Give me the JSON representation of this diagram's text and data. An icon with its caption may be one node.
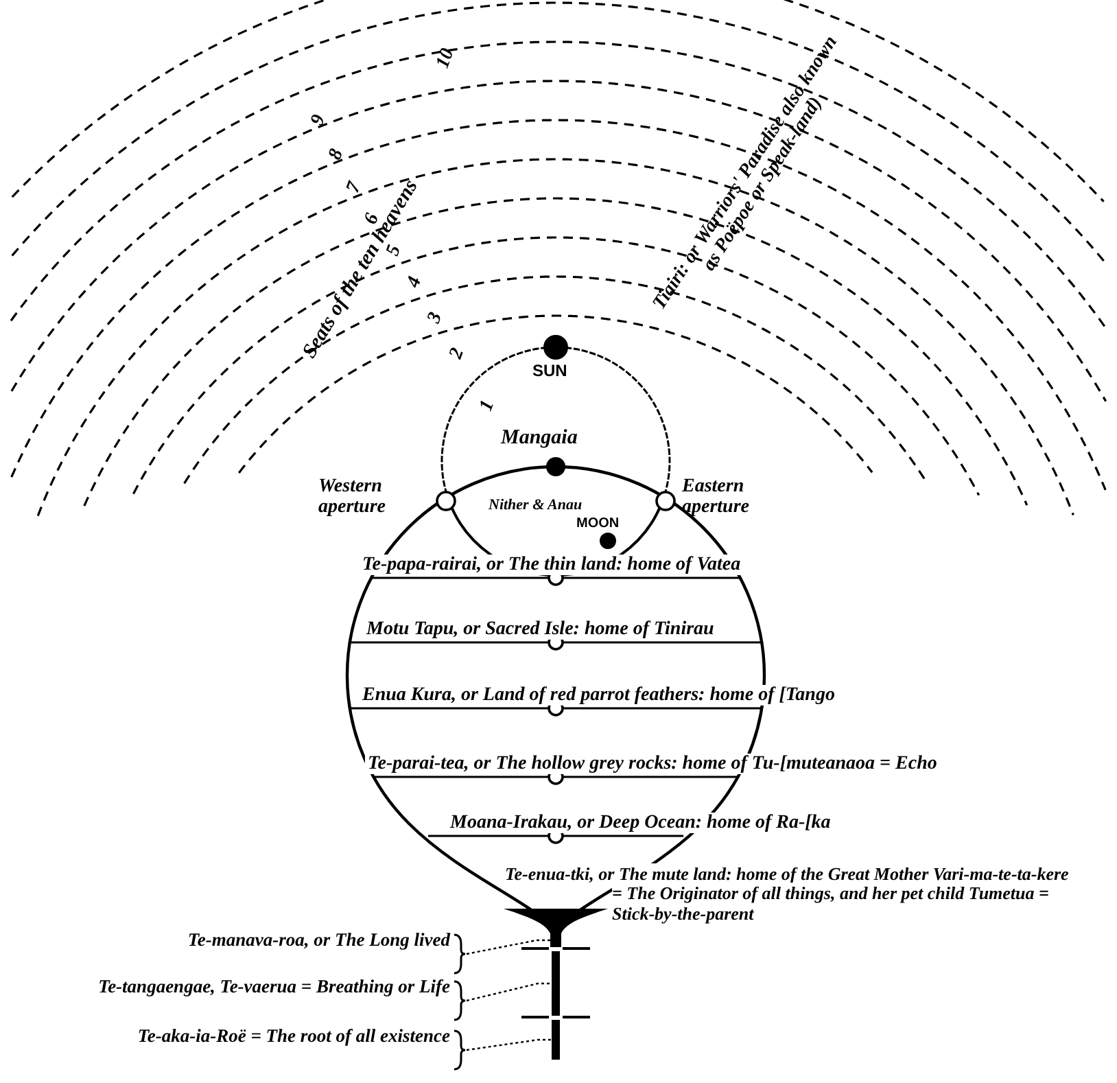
{
  "diagram": {
    "nodes": [
      {
        "text": [
          "Te-manava-roa, or The Long lived"
        ]
      },
      {
        "text": [
          "Te-tangaengae, Te-vaerua = Breathing or Life"
        ]
      },
      {
        "text": [
          "Te-aka-ia-Roë = The root of all existence"
        ]
      },
      {
        "text": [],
        "shape": "bar"
      },
      {
        "text": [],
        "shape": "bar"
      },
      {
        "text": [],
        "shape": "bar"
      }
    ],
    "edges": [
      {
        "from": 0,
        "to": 3,
        "arrow": "none",
        "style": "dashed"
      },
      {
        "from": 1,
        "to": 4,
        "arrow": "none",
        "style": "dashed"
      },
      {
        "from": 2,
        "to": 5,
        "arrow": "none",
        "style": "dashed"
      }
    ],
    "labels": [
      "10",
      "9",
      "8",
      "7",
      "6",
      "5",
      "4",
      "3",
      "2",
      "Seats of the ten heavens",
      "Tiairi: or Warriors' Paradise also known as Poëpoe or Speak-land)",
      "SUN",
      "1",
      "Mangaia",
      "Western aperture",
      "Eastern aperture",
      "Nither & Anau",
      "MOON",
      "Te-papa-rairai, or The thin land: home of Vatea",
      "Motu Tapu, or Sacred Isle: home of Tinirau",
      "Enua Kura, or Land of red parrot feathers: home of [Tango",
      "Te-parai-tea, or The hollow grey rocks: home of Tu-[muteanaoa = Echo",
      "Moana-Irakau, or Deep Ocean: home of Ra-[ka",
      "Te-enua-tki, or The mute land: home of the Great Mother Vari-ma-te-ta-kere = The Originator of all things, and her pet child Tumetua = Stick-by-the-parent"
    ]
  }
}
